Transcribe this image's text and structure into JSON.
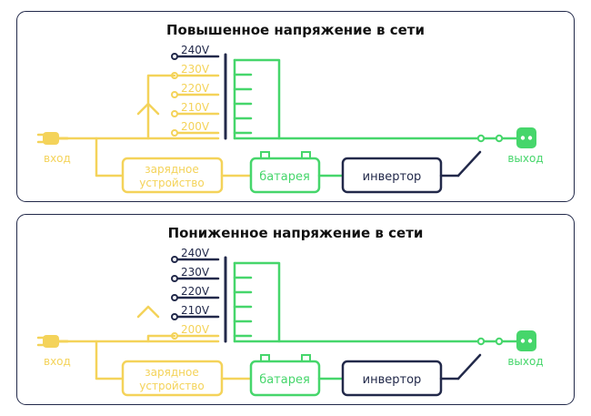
{
  "colors": {
    "yellow": "#f4d35a",
    "green": "#46d66b",
    "navy": "#22294a",
    "white": "#ffffff"
  },
  "icons": {
    "input": "plug-icon",
    "output": "socket-icon"
  },
  "panels": [
    {
      "title": "Повышенное напряжение в сети",
      "taps": [
        "240V",
        "230V",
        "220V",
        "210V",
        "200V"
      ],
      "tap_colors": [
        "navy",
        "yellow",
        "yellow",
        "yellow",
        "yellow"
      ],
      "input_label": "вход",
      "output_label": "выход",
      "charger_label": [
        "зарядное",
        "устройство"
      ],
      "battery_label": "батарея",
      "inverter_label": "инвертор"
    },
    {
      "title": "Пониженное напряжение в сети",
      "taps": [
        "240V",
        "230V",
        "220V",
        "210V",
        "200V"
      ],
      "tap_colors": [
        "navy",
        "navy",
        "navy",
        "navy",
        "yellow"
      ],
      "input_label": "вход",
      "output_label": "выход",
      "charger_label": [
        "зарядное",
        "устройство"
      ],
      "battery_label": "батарея",
      "inverter_label": "инвертор"
    }
  ]
}
